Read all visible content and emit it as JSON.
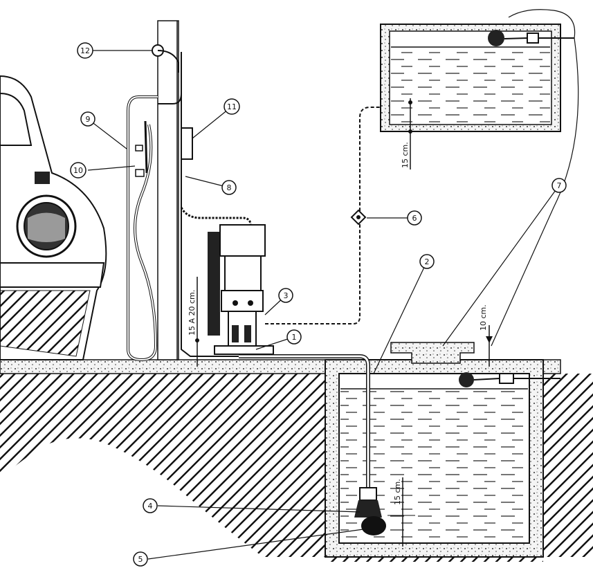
{
  "callouts": {
    "c1": "1",
    "c2": "2",
    "c3": "3",
    "c4": "4",
    "c5": "5",
    "c6": "6",
    "c7": "7",
    "c8": "8",
    "c9": "9",
    "c10": "10",
    "c11": "11",
    "c12": "12"
  },
  "dimensions": {
    "tank_bottom": "15 cm.",
    "cistern_top": "10 cm.",
    "pump_height": "15 A 20 cm.",
    "cistern_bottom": "15 cm."
  },
  "colors": {
    "ink": "#111111",
    "paper": "#ffffff",
    "concrete": "#e8e8e8"
  }
}
